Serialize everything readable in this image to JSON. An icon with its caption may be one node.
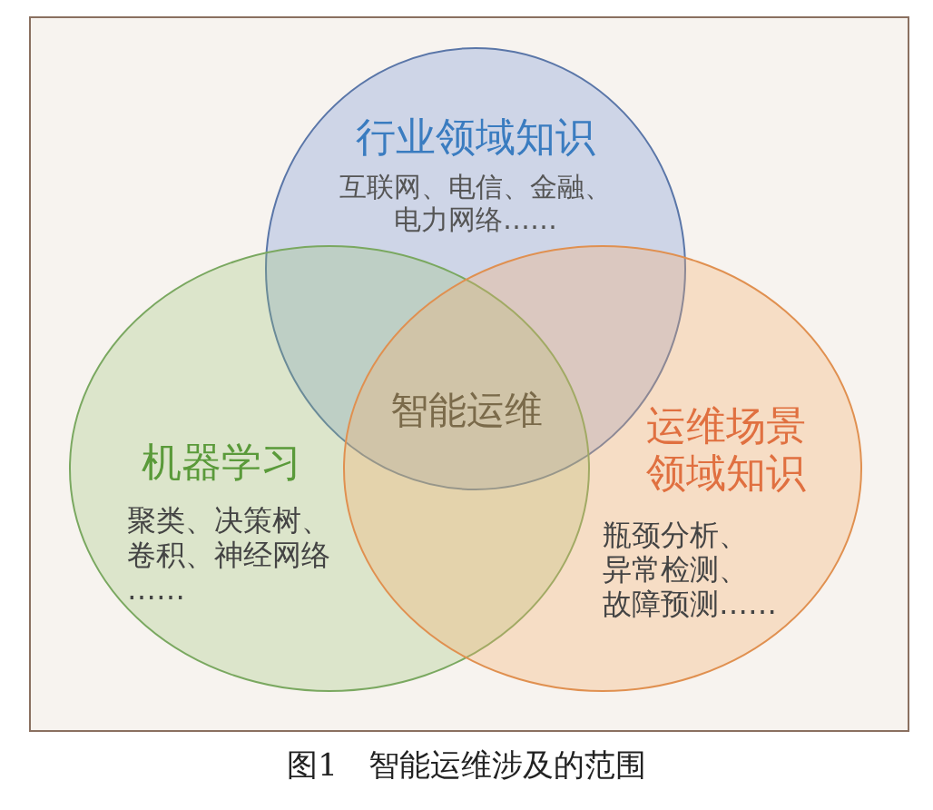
{
  "diagram": {
    "caption": "图1　智能运维涉及的范围",
    "nodes": [
      {
        "text": [
          "行业领域知识",
          "互联网、电信、金融、电力网络……"
        ]
      },
      {
        "text": [
          "机器学习",
          "聚类、决策树、卷积、神经网络……"
        ]
      },
      {
        "text": [
          "运维场景领域知识",
          "瓶颈分析、异常检测、故障预测……"
        ]
      }
    ],
    "edges": [],
    "labels": [
      "智能运维"
    ]
  }
}
